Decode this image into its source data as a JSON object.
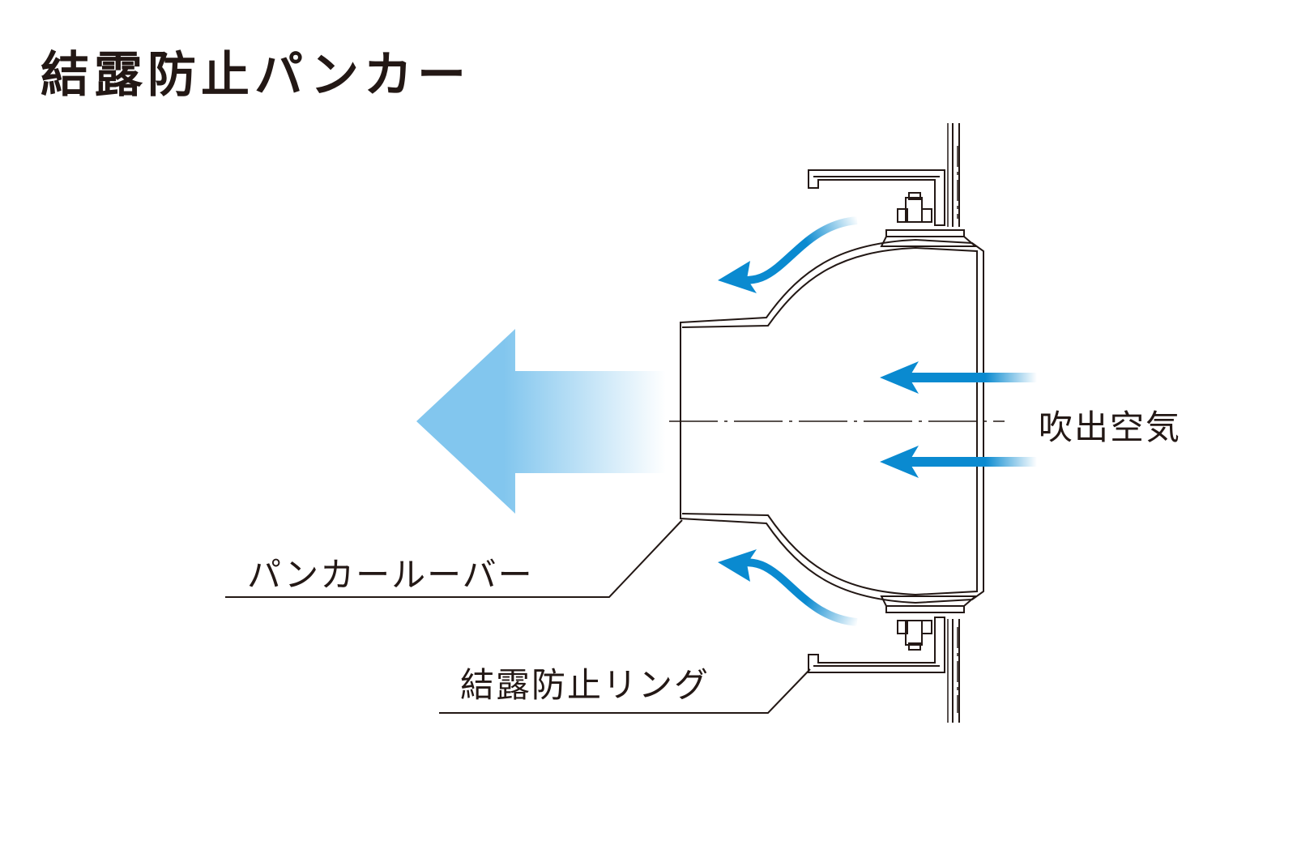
{
  "title": "結露防止パンカー",
  "labels": {
    "supply_air": "吹出空気",
    "punkah_louver": "パンカールーバー",
    "anti_condensation_ring": "結露防止リング"
  },
  "colors": {
    "line": "#231815",
    "flow_arrow": "#0a8ad0",
    "big_arrow": "#82c6ee"
  }
}
